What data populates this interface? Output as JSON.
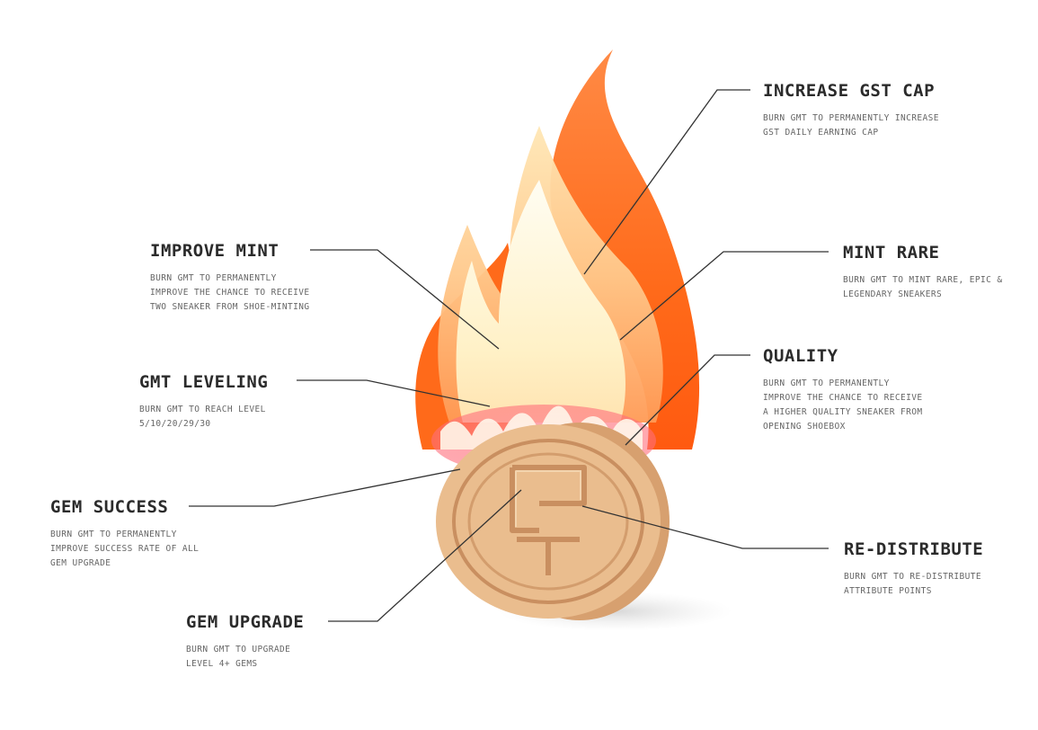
{
  "labels": {
    "increase_gst_cap": {
      "title": "INCREASE GST CAP",
      "desc": "BURN GMT TO PERMANENTLY INCREASE\nGST DAILY EARNING CAP"
    },
    "improve_mint": {
      "title": "IMPROVE MINT",
      "desc": "BURN GMT TO PERMANENTLY\nIMPROVE THE CHANCE TO RECEIVE\nTWO SNEAKER FROM SHOE-MINTING"
    },
    "mint_rare": {
      "title": "MINT RARE",
      "desc": "BURN GMT TO MINT RARE, EPIC &\nLEGENDARY SNEAKERS"
    },
    "quality": {
      "title": "QUALITY",
      "desc": "BURN GMT TO PERMANENTLY\nIMPROVE THE CHANCE TO RECEIVE\nA HIGHER QUALITY SNEAKER FROM\nOPENING SHOEBOX"
    },
    "gmt_leveling": {
      "title": "GMT LEVELING",
      "desc": "BURN GMT TO REACH LEVEL\n5/10/20/29/30"
    },
    "gem_success": {
      "title": "GEM SUCCESS",
      "desc": "BURN GMT TO PERMANENTLY\nIMPROVE SUCCESS RATE OF ALL\nGEM UPGRADE"
    },
    "re_distribute": {
      "title": "RE-DISTRIBUTE",
      "desc": "BURN GMT TO RE-DISTRIBUTE\nATTRIBUTE POINTS"
    },
    "gem_upgrade": {
      "title": "GEM UPGRADE",
      "desc": "BURN GMT TO UPGRADE\nLEVEL 4+ GEMS"
    }
  },
  "colors": {
    "flame_outer": "#ff6a1a",
    "flame_mid": "#ffb070",
    "flame_inner": "#fff3c4",
    "coin_face": "#e8b98a",
    "coin_edge": "#d9a070",
    "coin_ring": "#c98f60",
    "leader_line": "#333333"
  }
}
